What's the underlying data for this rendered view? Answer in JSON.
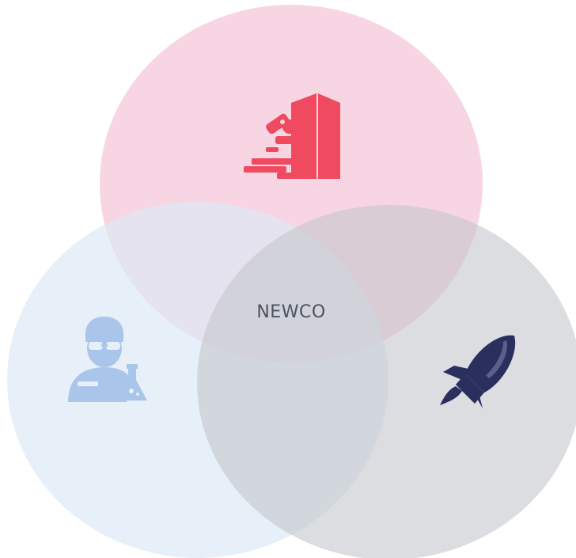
{
  "diagram": {
    "type": "venn",
    "center_label": "NEWCO",
    "circles": [
      {
        "name": "top",
        "icon": "lab-building-microscope-icon",
        "fill": "#f7d3e0",
        "icon_color": "#ef4a5f"
      },
      {
        "name": "left",
        "icon": "scientist-flask-icon",
        "fill": "#e4edf7",
        "icon_color": "#a9c6ea"
      },
      {
        "name": "right",
        "icon": "rocket-icon",
        "fill": "#d9dbde",
        "icon_color": "#2b2f5e"
      }
    ]
  }
}
